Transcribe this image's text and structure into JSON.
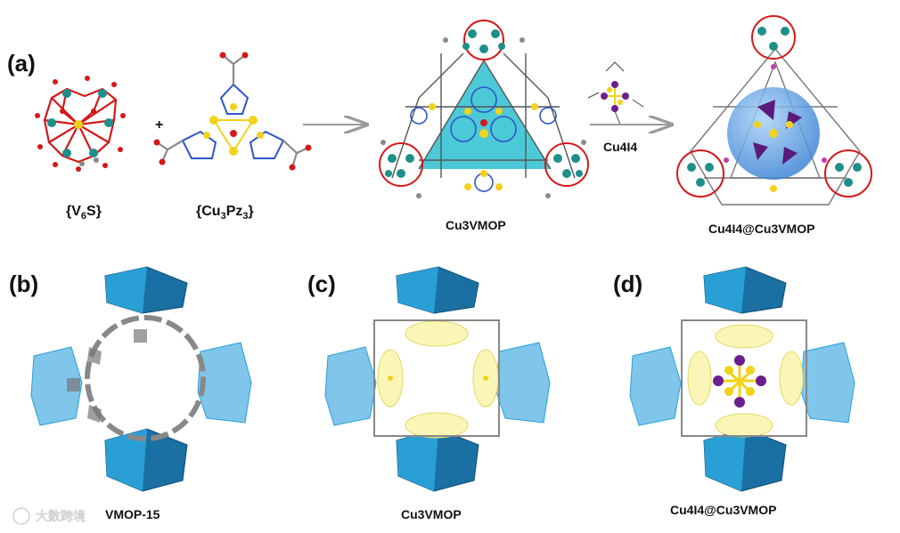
{
  "panels": {
    "a": "(a)",
    "b": "(b)",
    "c": "(c)",
    "d": "(d)"
  },
  "labels": {
    "v6s": "{V6S}",
    "cu3pz3": "{Cu3Pz3}",
    "cu3vmop_top": "Cu3VMOP",
    "cu4i4_arrow": "Cu4I4",
    "cu4i4_at_cu3vmop_top": "Cu4I4@Cu3VMOP",
    "vmop15": "VMOP-15",
    "cu3vmop_bottom": "Cu3VMOP",
    "cu4i4_at_cu3vmop_bottom": "Cu4I4@Cu3VMOP",
    "plus": "+"
  },
  "watermark": "大数跨境",
  "colors": {
    "vanadium": "#1e8f8a",
    "oxygen": "#d41818",
    "sulfur": "#f2d21a",
    "carbon": "#8a8a8a",
    "nitrogen": "#2f55c9",
    "iodine": "#6b1f8f",
    "triangle": "#2dbfd0",
    "sphere": "#6aa8e6",
    "polyhedron": "#2a9fd6",
    "polyhedron_dark": "#1a6fa3",
    "yellow_fill": "#fbf6b8",
    "arrow": "#9a9a9a"
  }
}
